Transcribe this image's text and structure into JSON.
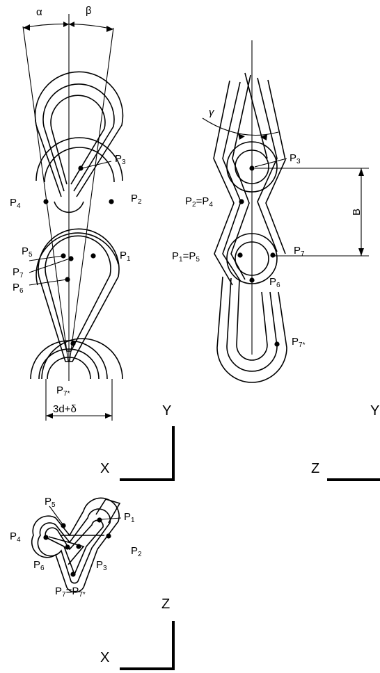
{
  "front_view": {
    "angle_alpha": "α",
    "angle_beta": "β",
    "points": {
      "p3": {
        "base": "P",
        "sub": "3"
      },
      "p4": {
        "base": "P",
        "sub": "4"
      },
      "p2": {
        "base": "P",
        "sub": "2"
      },
      "p5": {
        "base": "P",
        "sub": "5"
      },
      "p1": {
        "base": "P",
        "sub": "1"
      },
      "p7": {
        "base": "P",
        "sub": "7"
      },
      "p6": {
        "base": "P",
        "sub": "6"
      },
      "p7star": {
        "base": "P",
        "sub": "7*"
      }
    },
    "width_dim": "3d+δ",
    "axes": {
      "vertical": "Y",
      "horizontal": "X"
    }
  },
  "side_view": {
    "angle_gamma": "γ",
    "points": {
      "p3": {
        "base": "P",
        "sub": "3"
      },
      "p2p4": {
        "a": "P",
        "asub": "2",
        "eq": "=",
        "b": "P",
        "bsub": "4"
      },
      "p1p5": {
        "a": "P",
        "asub": "1",
        "eq": "=",
        "b": "P",
        "bsub": "5"
      },
      "p7": {
        "base": "P",
        "sub": "7"
      },
      "p6": {
        "base": "P",
        "sub": "6"
      },
      "p7star": {
        "base": "P",
        "sub": "7*"
      }
    },
    "dim_b": "B",
    "axes": {
      "vertical": "Y",
      "horizontal": "Z"
    }
  },
  "top_view": {
    "points": {
      "p5": {
        "base": "P",
        "sub": "5"
      },
      "p1": {
        "base": "P",
        "sub": "1"
      },
      "p4": {
        "base": "P",
        "sub": "4"
      },
      "p2": {
        "base": "P",
        "sub": "2"
      },
      "p6": {
        "base": "P",
        "sub": "6"
      },
      "p3": {
        "base": "P",
        "sub": "3"
      },
      "p7p7star": {
        "a": "P",
        "asub": "7",
        "eq": "=",
        "b": "P",
        "bsub": "7*"
      }
    },
    "axes": {
      "vertical": "Z",
      "horizontal": "X"
    }
  }
}
